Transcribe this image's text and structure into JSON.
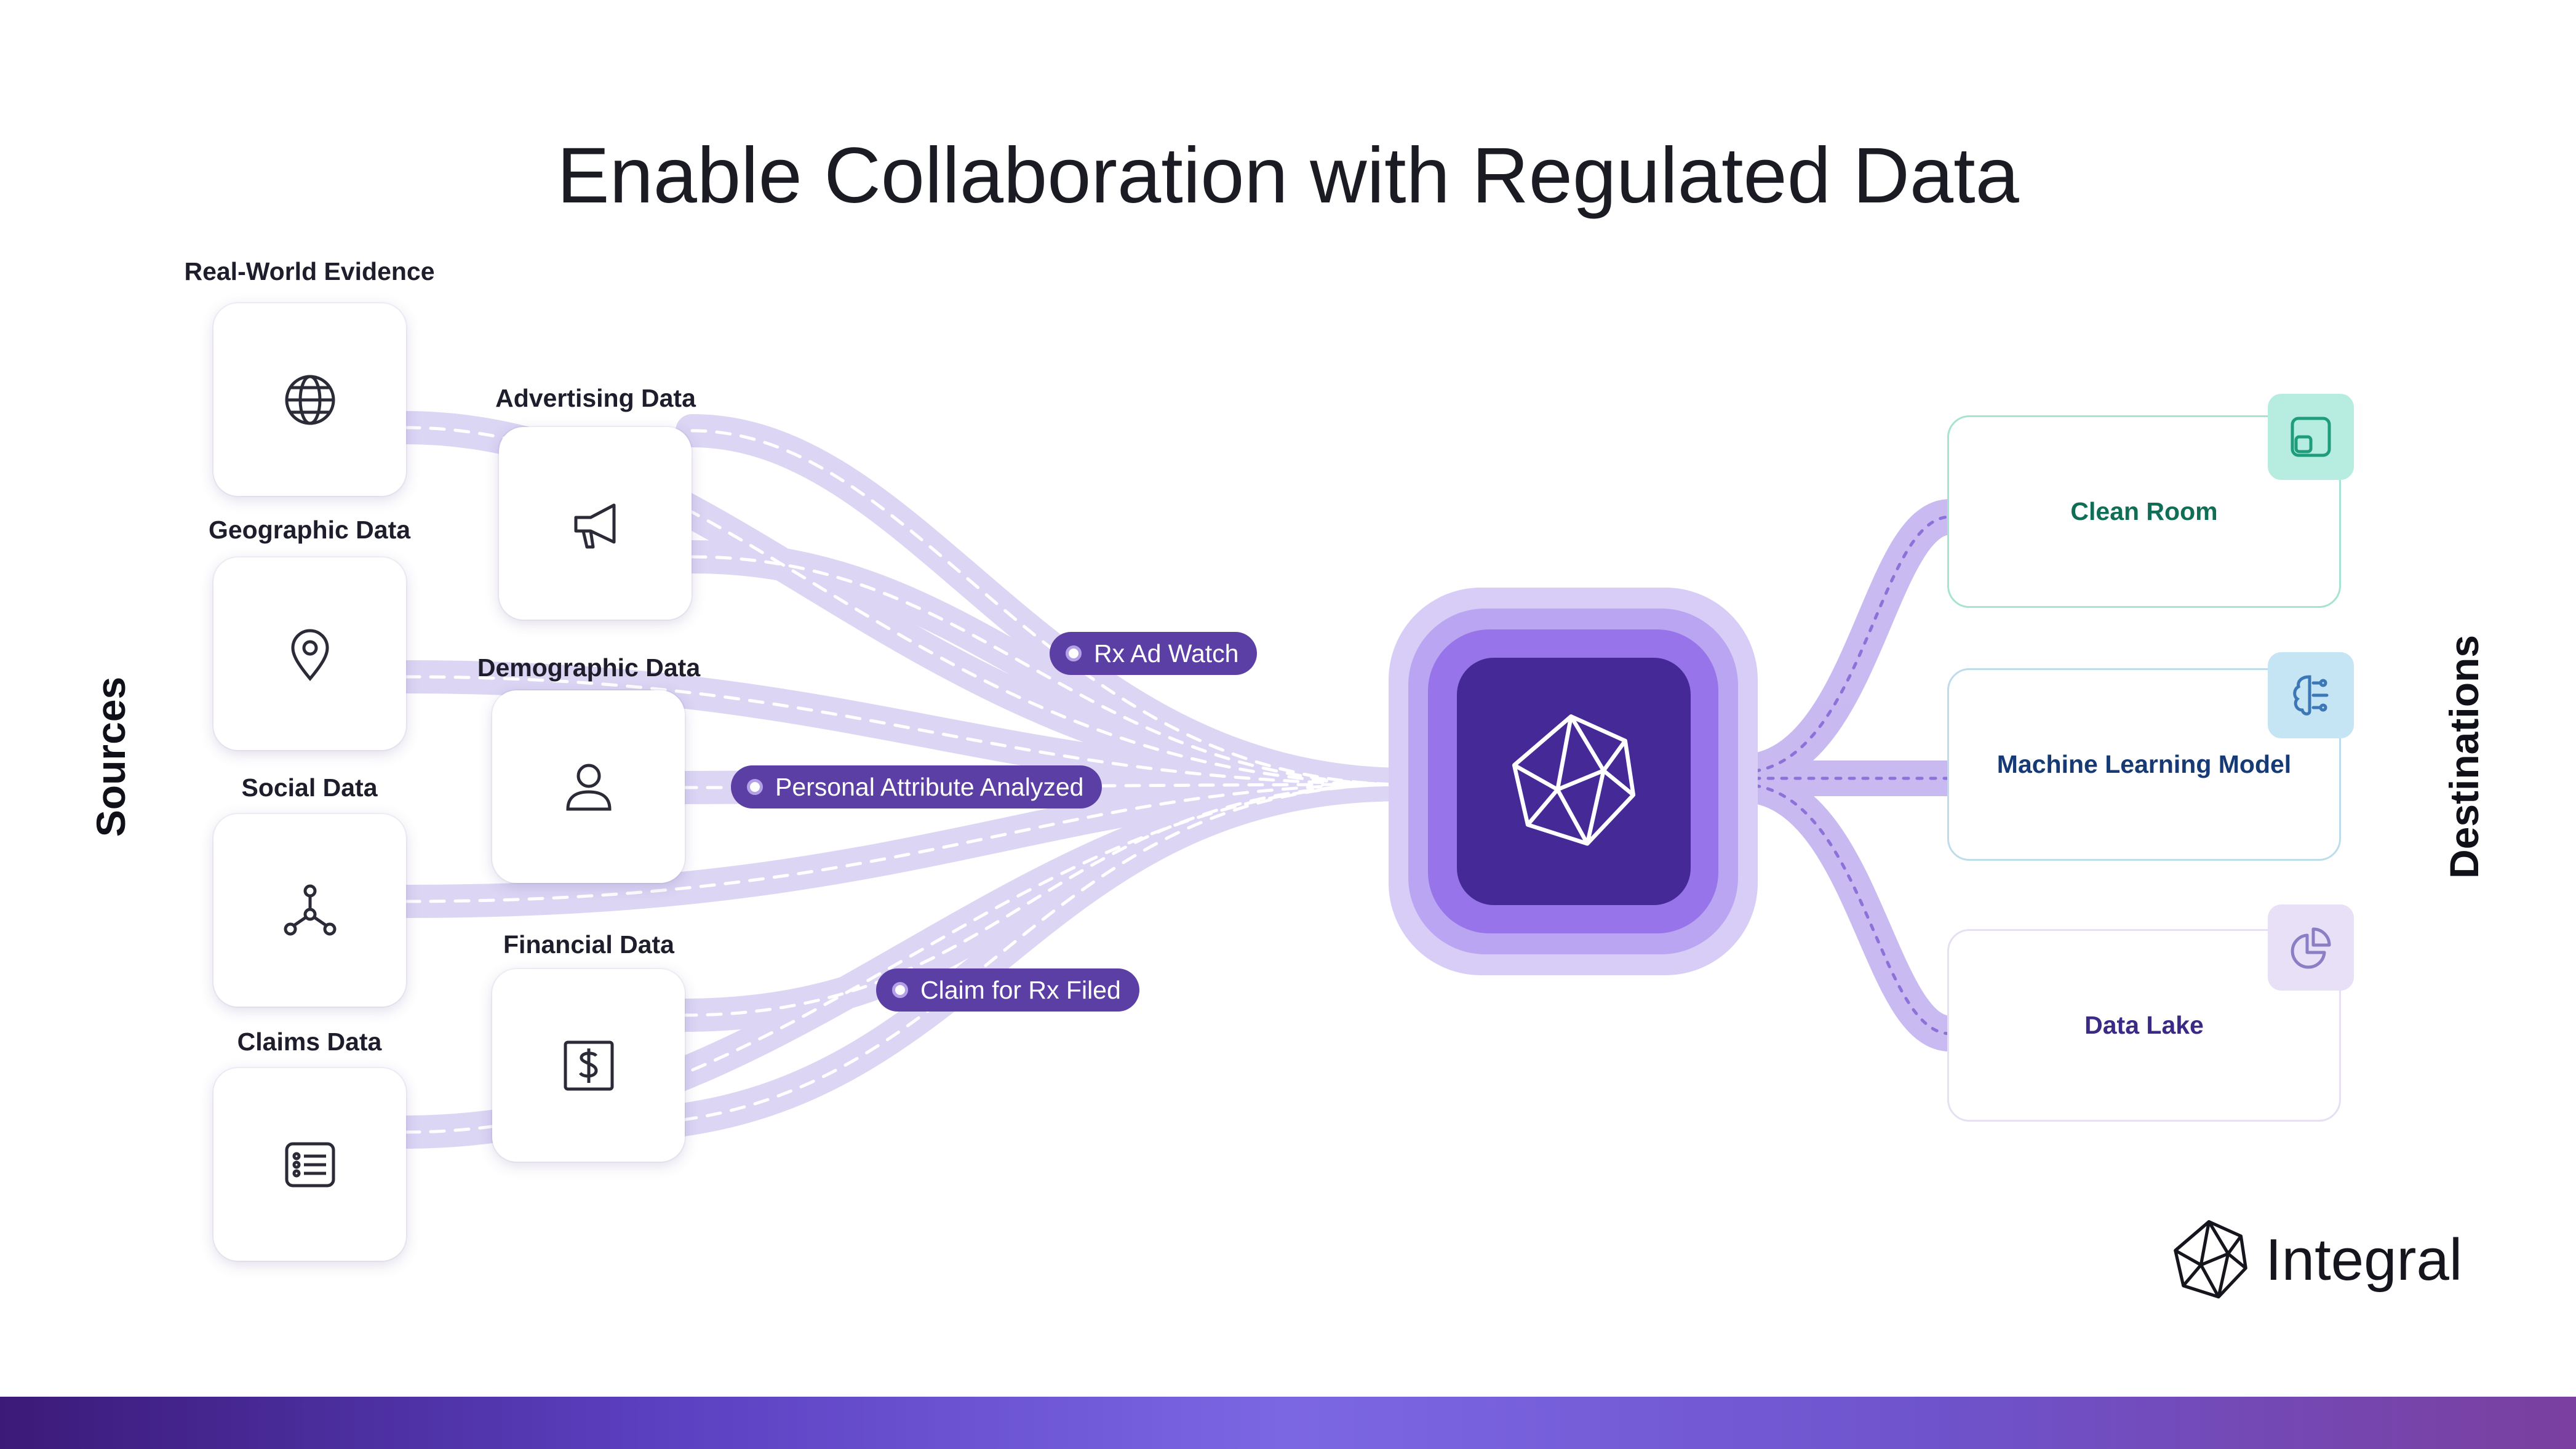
{
  "title": "Enable Collaboration with Regulated Data",
  "axis_labels": {
    "left": "Sources",
    "right": "Destinations"
  },
  "sources": [
    {
      "label": "Real-World Evidence",
      "icon": "globe-icon"
    },
    {
      "label": "Advertising Data",
      "icon": "megaphone-icon"
    },
    {
      "label": "Geographic Data",
      "icon": "map-pin-icon"
    },
    {
      "label": "Demographic Data",
      "icon": "person-icon"
    },
    {
      "label": "Social Data",
      "icon": "network-icon"
    },
    {
      "label": "Financial Data",
      "icon": "dollar-icon"
    },
    {
      "label": "Claims Data",
      "icon": "list-icon"
    }
  ],
  "events": [
    {
      "label": "Rx Ad Watch"
    },
    {
      "label": "Personal Attribute Analyzed"
    },
    {
      "label": "Claim for Rx Filed"
    }
  ],
  "hub": {
    "icon": "integral-logo-icon"
  },
  "destinations": [
    {
      "label": "Clean Room",
      "icon": "clean-room-icon",
      "color": "#0f6e55",
      "tab_color": "#b7ede0",
      "border": "#a6e3d2"
    },
    {
      "label": "Machine Learning Model",
      "icon": "brain-icon",
      "color": "#163a75",
      "tab_color": "#c5e4f4",
      "border": "#bfdceb"
    },
    {
      "label": "Data Lake",
      "icon": "pie-chart-icon",
      "color": "#3b2a85",
      "tab_color": "#e7e0f7",
      "border": "#e6e0f2"
    }
  ],
  "brand": {
    "name": "Integral"
  },
  "colors": {
    "flow": "#c8bff0",
    "flow_dash": "#ffffff",
    "pill": "#5c3fa5",
    "hub_core": "#452a97"
  }
}
